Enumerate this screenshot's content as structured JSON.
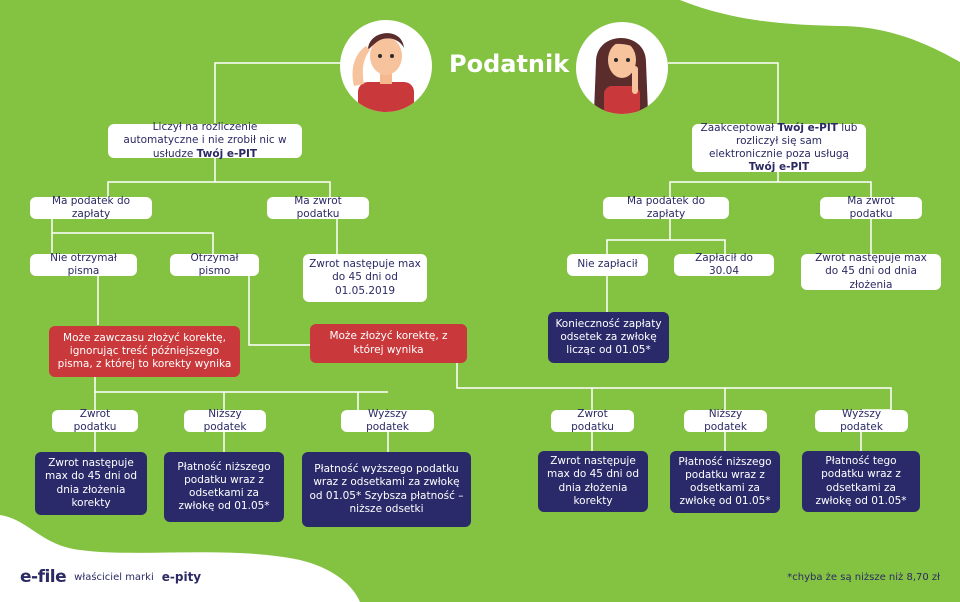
{
  "colors": {
    "background": "#84c241",
    "white_box": "#ffffff",
    "red_box": "#c9383a",
    "navy_box": "#2a2a6b",
    "text_dark": "#2b2a63"
  },
  "title": "Podatnik",
  "left_branch": {
    "root": {
      "text_pre": "Liczył na rozliczenie automatyczne i nie zrobił nic w usłudze ",
      "bold": "Twój e-PIT"
    },
    "pay": "Ma podatek do zapłaty",
    "refund": "Ma zwrot podatku",
    "no_letter": "Nie otrzymał pisma",
    "letter": "Otrzymał pismo",
    "refund_info": "Zwrot następuje max do 45 dni od 01.05.2019",
    "red_no_letter": "Może zawczasu złożyć korektę, ignorując treść późniejszego pisma, z której to korekty wynika",
    "red_letter": "Może złożyć korektę, z której wynika",
    "outcomes": [
      {
        "label": "Zwrot podatku",
        "detail": "Zwrot  następuje max do 45 dni od dnia złożenia korekty"
      },
      {
        "label": "Niższy podatek",
        "detail": "Płatność niższego podatku wraz z odsetkami za zwłokę od 01.05*"
      },
      {
        "label": "Wyższy podatek",
        "detail": "Płatność wyższego podatku wraz z odsetkami za zwłokę od 01.05* Szybsza płatność – niższe odsetki"
      }
    ]
  },
  "right_branch": {
    "root": {
      "text_pre": "Zaakceptował ",
      "bold1": "Twój e-PIT",
      "text_mid": " lub rozliczył się sam elektronicznie poza usługą ",
      "bold2": "Twój e-PIT"
    },
    "pay": "Ma podatek do zapłaty",
    "refund": "Ma zwrot podatku",
    "not_paid": "Nie zapłacił",
    "paid": "Zapłacił do 30.04",
    "refund_info": "Zwrot następuje max do 45 dni od dnia złożenia",
    "interest": "Konieczność zapłaty odsetek za zwłokę licząc od 01.05*",
    "outcomes": [
      {
        "label": "Zwrot podatku",
        "detail": "Zwrot  następuje max do 45 dni od dnia złożenia korekty"
      },
      {
        "label": "Niższy podatek",
        "detail": "Płatność niższego podatku wraz z odsetkami za zwłokę od 01.05*"
      },
      {
        "label": "Wyższy podatek",
        "detail": "Płatność tego podatku  wraz z odsetkami za zwłokę od 01.05*"
      }
    ]
  },
  "footer": {
    "brand": "e-file",
    "owner_text": "właściciel marki",
    "brand2": "e-pity",
    "footnote": "*chyba że są niższe niż 8,70 zł"
  },
  "icons": {
    "man_avatar": "man-thinking-avatar",
    "woman_avatar": "woman-thinking-avatar"
  }
}
